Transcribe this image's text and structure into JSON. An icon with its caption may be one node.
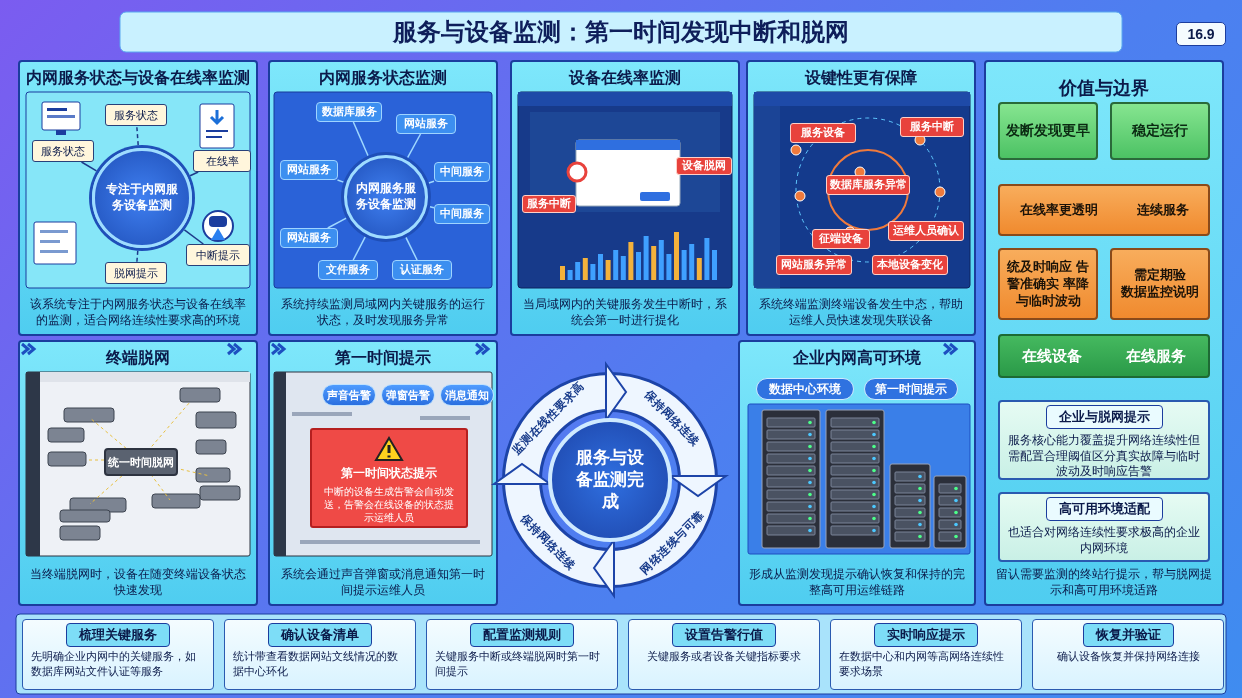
{
  "diagram": {
    "title": "服务与设备监测：第一时间发现中断和脱网",
    "nodes": [
      {
        "text": [
          "内网服务状态与设备在线率监测",
          "该系统专注于内网服务状态与设备在线率的监测，适合网络连续性要求高的环境"
        ]
      },
      {
        "text": [
          "专注于内网服务设备监测"
        ],
        "in": 0
      },
      {
        "text": [
          "服务状态"
        ],
        "in": 0
      },
      {
        "text": [
          "服务状态"
        ],
        "in": 0
      },
      {
        "text": [
          "在线率"
        ],
        "in": 0
      },
      {
        "text": [
          "中断提示"
        ],
        "in": 0
      },
      {
        "text": [
          "脱网提示"
        ],
        "in": 0
      },
      {
        "text": [
          "内网服务状态监测",
          "系统持续监测局域网内关键服务的运行状态，及时发现服务异常"
        ]
      },
      {
        "text": [
          "内网服务服务设备监测"
        ],
        "in": 7
      },
      {
        "text": [
          "数据库服务"
        ],
        "in": 7
      },
      {
        "text": [
          "网站服务"
        ],
        "in": 7
      },
      {
        "text": [
          "网站服务"
        ],
        "in": 7
      },
      {
        "text": [
          "中间服务"
        ],
        "in": 7
      },
      {
        "text": [
          "中间服务"
        ],
        "in": 7
      },
      {
        "text": [
          "网站服务"
        ],
        "in": 7
      },
      {
        "text": [
          "文件服务"
        ],
        "in": 7
      },
      {
        "text": [
          "认证服务"
        ],
        "in": 7
      },
      {
        "text": [
          "设备在线率监测",
          "当局域网内的关键服务发生中断时，系统会第一时进行提化"
        ]
      },
      {
        "text": [
          "设键性更有保障",
          "系统终端监测终端设备发生中态，帮助运维人员快速发现失联设备"
        ]
      },
      {
        "text": [
          "价值与边界",
          "留认需要监测的终站行提示，帮与脱网提示和高可用环境适路"
        ]
      },
      {
        "text": [
          "发断发现更早"
        ],
        "in": 19
      },
      {
        "text": [
          "稳定运行"
        ],
        "in": 19
      },
      {
        "text": [
          "在线率更透明",
          "连续服务"
        ],
        "in": 19
      },
      {
        "text": [
          "统及时响应 告警准确实 率降与临时波动"
        ],
        "in": 19
      },
      {
        "text": [
          "需定期验",
          "数据监控说明"
        ],
        "in": 19
      },
      {
        "text": [
          "在线设备",
          "在线服务"
        ],
        "in": 19
      },
      {
        "text": [
          "企业与脱网提示",
          "服务核心能力覆盖提升网络连续性但需配置合理阈值区分真实故障与临时波动及时响应告警"
        ],
        "in": 19
      },
      {
        "text": [
          "高可用环境适配",
          "也适合对网络连续性要求极高的企业内网环境"
        ],
        "in": 19
      },
      {
        "text": [
          "终端脱网",
          "当终端脱网时，设备在随变终端设备状态快速发现"
        ]
      },
      {
        "text": [
          "第一时间提示",
          "系统会通过声音弹窗或消息通知第一时间提示运维人员"
        ]
      },
      {
        "text": [
          "声音告警"
        ],
        "in": 29
      },
      {
        "text": [
          "弹窗告警"
        ],
        "in": 29
      },
      {
        "text": [
          "消息通知"
        ],
        "in": 29
      },
      {
        "text": [
          "第一时间状态提示",
          "中断的设备生成告警会自动发送，告警会在线设备的状态提示运维人员"
        ],
        "in": 29
      },
      {
        "text": [
          "服务与设备监测完成"
        ]
      },
      {
        "text": [
          "企业内网高可环境",
          "形成从监测发现提示确认恢复和保持的完整高可用运维链路"
        ]
      },
      {
        "text": [
          "数据中心环境"
        ],
        "in": 35
      },
      {
        "text": [
          "第一时间提示"
        ],
        "in": 35
      },
      {
        "text": [
          "梳理关键服务",
          "先明确企业内网中的关键服务，如数据库网站文件认证等服务"
        ]
      },
      {
        "text": [
          "确认设备清单",
          "统计带查看数据网站文线情况的数据中心环化"
        ]
      },
      {
        "text": [
          "配置监测规则",
          "关键服务中断或终端脱网时第一时间提示"
        ]
      },
      {
        "text": [
          "设置告警行值",
          "关键服务或者设备关键指标要求"
        ]
      },
      {
        "text": [
          "实时响应提示",
          "在数据中心和内网等高网络连续性要求场景"
        ]
      },
      {
        "text": [
          "恢复并验证",
          "确认设备恢复并保持网络连接"
        ]
      }
    ],
    "edges": [
      {
        "from": 1,
        "to": 2,
        "arrow": "none",
        "style": "dashed",
        "color": "#1e3a8a"
      },
      {
        "from": 1,
        "to": 3,
        "arrow": "none",
        "color": "#1e3a8a"
      },
      {
        "from": 1,
        "to": 4,
        "arrow": "none",
        "color": "#1e3a8a"
      },
      {
        "from": 1,
        "to": 5,
        "arrow": "none",
        "color": "#1e3a8a"
      },
      {
        "from": 1,
        "to": 6,
        "arrow": "none",
        "style": "dashed",
        "color": "#1e3a8a"
      },
      {
        "from": 8,
        "to": 9,
        "arrow": "none"
      },
      {
        "from": 8,
        "to": 10,
        "arrow": "none"
      },
      {
        "from": 8,
        "to": 11,
        "arrow": "none"
      },
      {
        "from": 8,
        "to": 12,
        "arrow": "none"
      },
      {
        "from": 8,
        "to": 13,
        "arrow": "none"
      },
      {
        "from": 8,
        "to": 14,
        "arrow": "none"
      },
      {
        "from": 8,
        "to": 15,
        "arrow": "none"
      },
      {
        "from": 8,
        "to": 16,
        "arrow": "none"
      }
    ],
    "labels": [
      "16.9",
      "设备脱网",
      "服务中断",
      "服务设备",
      "服务中断",
      "数据库服务异常",
      "运维人员确认",
      "征端设备",
      "网站服务异常",
      "本地设备变化",
      "统一时间脱网",
      "监测在线性要求高",
      "保持网络连续",
      "网络连续与可靠",
      "保持网络连续"
    ]
  }
}
